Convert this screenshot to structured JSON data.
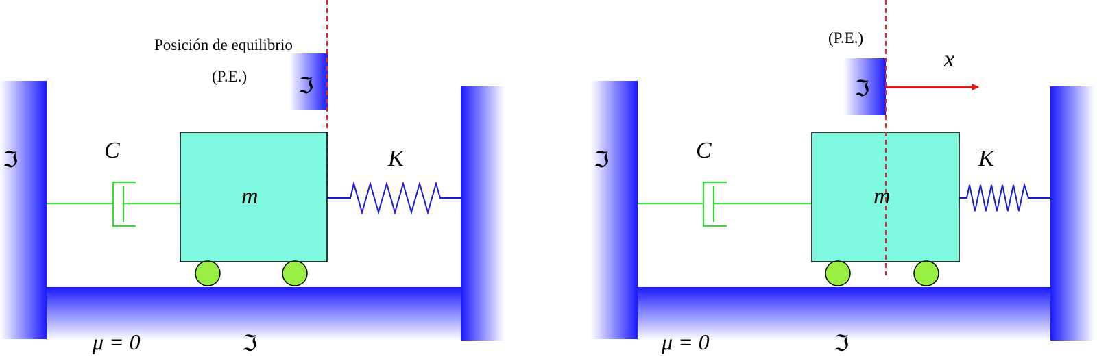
{
  "colors": {
    "ground_blue": "#1a1aff",
    "mass_fill": "#7ffae0",
    "damper_green": "#33dd33",
    "spring_blue": "#1a1acc",
    "wheel_fill": "#99ee44",
    "dashed_red": "#ee2222",
    "arrow_red": "#ee1111",
    "text_black": "#000000"
  },
  "ground_symbol": "ℑ",
  "left_diagram": {
    "equilibrium_label": "Posición de equilibrio",
    "pe_label": "(P.E.)",
    "damper_label": "C",
    "spring_label": "K",
    "mass_label": "m",
    "friction_label": "μ = 0"
  },
  "right_diagram": {
    "pe_label": "(P.E.)",
    "displacement_label": "x",
    "damper_label": "C",
    "spring_label": "K",
    "mass_label": "m",
    "friction_label": "μ = 0"
  }
}
